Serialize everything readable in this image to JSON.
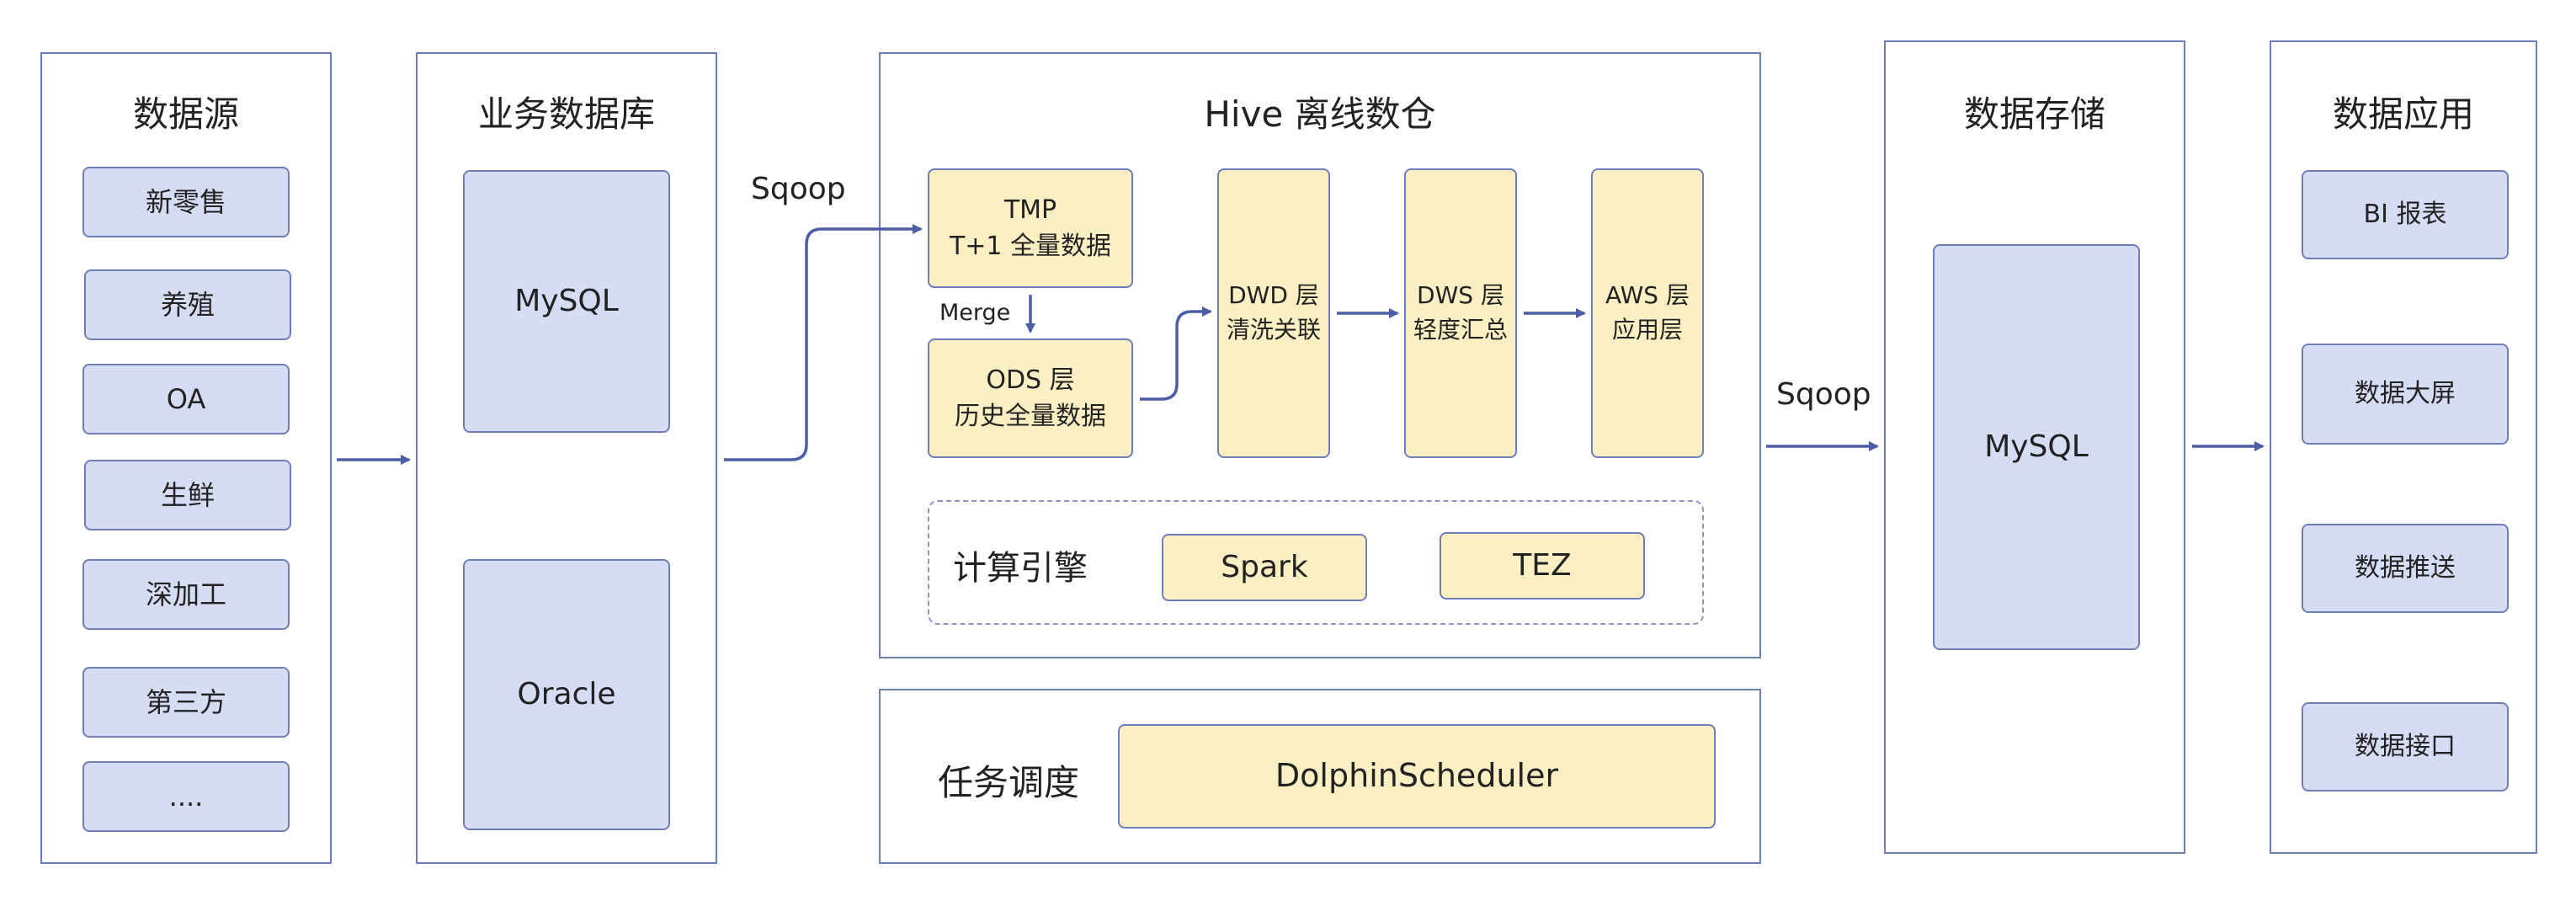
{
  "colors": {
    "line": "#4c5ea6",
    "border": "#6f7fb6",
    "blue_fill": "#d7dcf5",
    "yellow_fill": "#fcefc4"
  },
  "sources": {
    "title": "数据源",
    "items": [
      "新零售",
      "养殖",
      "OA",
      "生鲜",
      "深加工",
      "第三方",
      "...."
    ]
  },
  "business_db": {
    "title": "业务数据库",
    "items": [
      "MySQL",
      "Oracle"
    ]
  },
  "hive": {
    "title": "Hive 离线数仓",
    "tmp": "TMP\nT+1 全量数据",
    "merge": "Merge",
    "ods": "ODS 层\n历史全量数据",
    "dwd": "DWD 层\n清洗关联",
    "dws": "DWS 层\n轻度汇总",
    "aws": "AWS 层\n应用层",
    "engine_label": "计算引擎",
    "engines": [
      "Spark",
      "TEZ"
    ]
  },
  "scheduler": {
    "label": "任务调度",
    "name": "DolphinScheduler"
  },
  "sqoop_in": "Sqoop",
  "sqoop_out": "Sqoop",
  "storage": {
    "title": "数据存储",
    "db": "MySQL"
  },
  "apps": {
    "title": "数据应用",
    "items": [
      "BI 报表",
      "数据大屏",
      "数据推送",
      "数据接口"
    ]
  }
}
